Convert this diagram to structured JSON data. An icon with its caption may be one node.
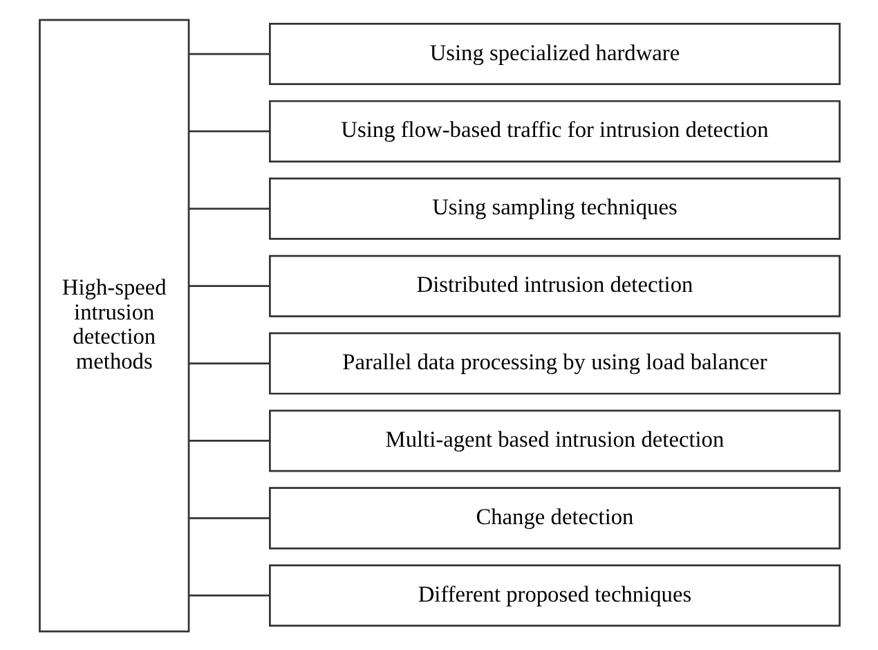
{
  "diagram": {
    "nodes": [
      {
        "text": [
          "High-speed intrusion detection methods"
        ]
      },
      {
        "text": [
          "Using specialized hardware"
        ]
      },
      {
        "text": [
          "Using flow-based traffic for intrusion detection"
        ]
      },
      {
        "text": [
          "Using sampling techniques"
        ]
      },
      {
        "text": [
          "Distributed intrusion detection"
        ]
      },
      {
        "text": [
          "Parallel data processing by using load balancer"
        ]
      },
      {
        "text": [
          "Multi-agent based intrusion detection"
        ]
      },
      {
        "text": [
          "Change detection"
        ]
      },
      {
        "text": [
          "Different proposed techniques"
        ]
      }
    ],
    "edges": [
      {
        "from": 0,
        "to": 1,
        "arrow": "none"
      },
      {
        "from": 0,
        "to": 2,
        "arrow": "none"
      },
      {
        "from": 0,
        "to": 3,
        "arrow": "none"
      },
      {
        "from": 0,
        "to": 4,
        "arrow": "none"
      },
      {
        "from": 0,
        "to": 5,
        "arrow": "none"
      },
      {
        "from": 0,
        "to": 6,
        "arrow": "none"
      },
      {
        "from": 0,
        "to": 7,
        "arrow": "none"
      },
      {
        "from": 0,
        "to": 8,
        "arrow": "none"
      }
    ]
  }
}
